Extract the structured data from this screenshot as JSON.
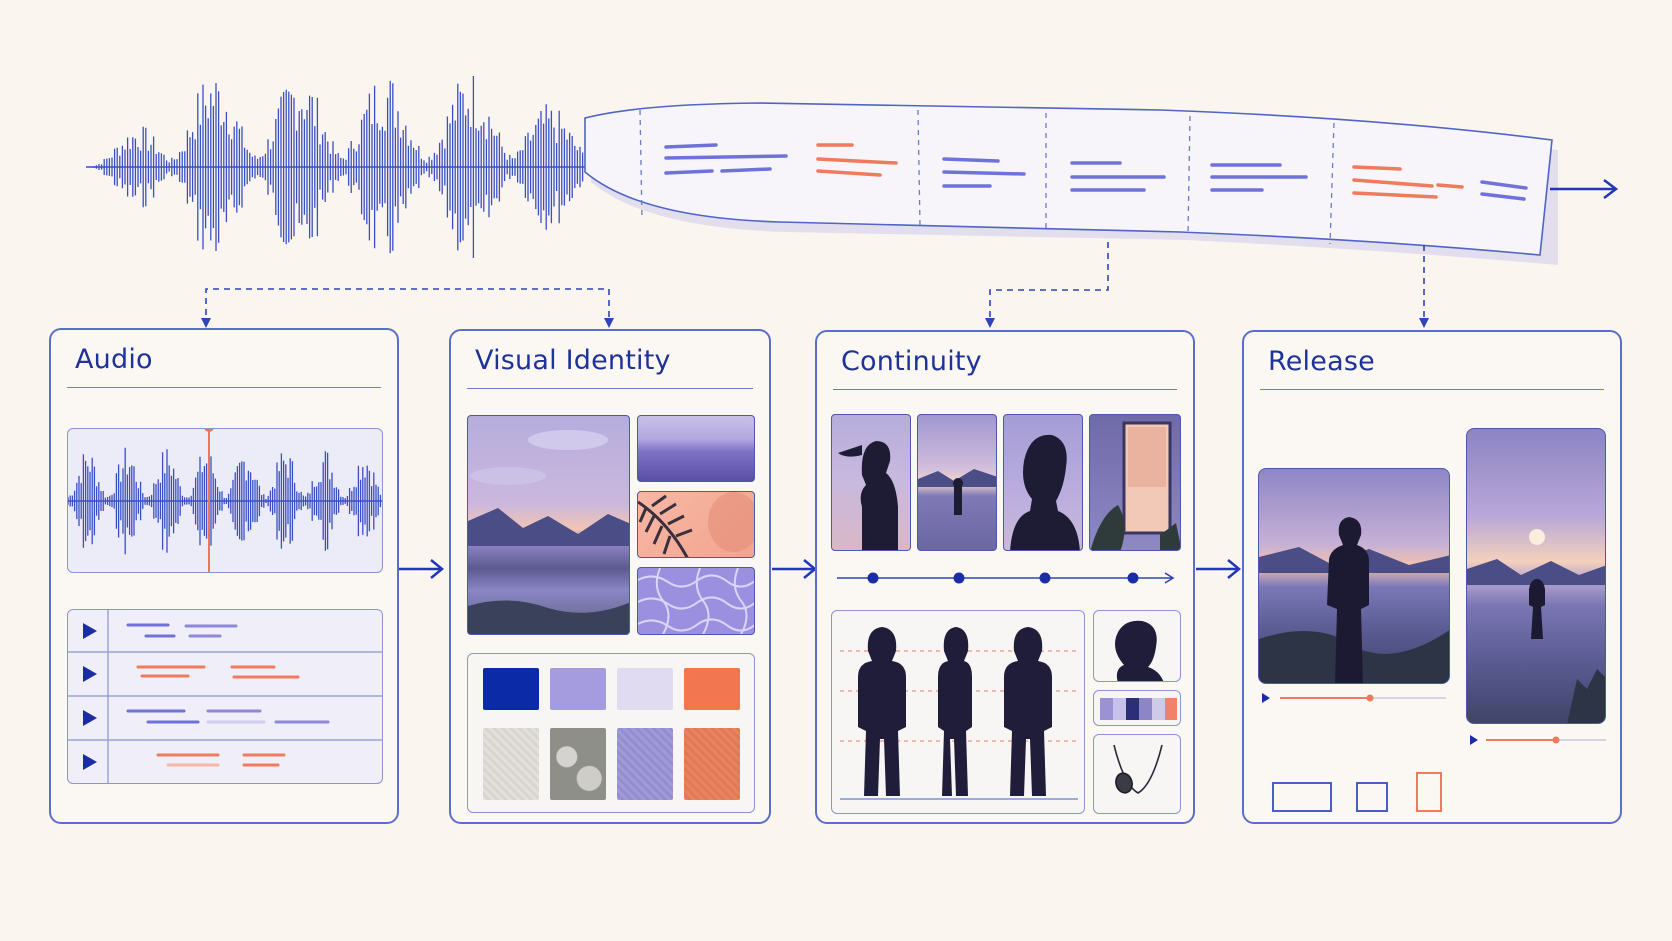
{
  "panels": {
    "audio": {
      "title": "Audio"
    },
    "visual_identity": {
      "title": "Visual Identity"
    },
    "continuity": {
      "title": "Continuity"
    },
    "release": {
      "title": "Release"
    }
  },
  "colors": {
    "accent_blue": "#2436b8",
    "line_blue": "#3b4fc4",
    "lavender": "#8f88d8",
    "coral": "#f07a5c",
    "palette": [
      "#0b2aa8",
      "#a59ce0",
      "#e0dbf1",
      "#f2764f"
    ],
    "textures": [
      "#e3dfda",
      "#8f8f8a",
      "#a09ad8",
      "#e8835f"
    ]
  },
  "icons": [
    "play-icon",
    "arrow-right-icon",
    "playhead-icon",
    "pendant-icon"
  ]
}
